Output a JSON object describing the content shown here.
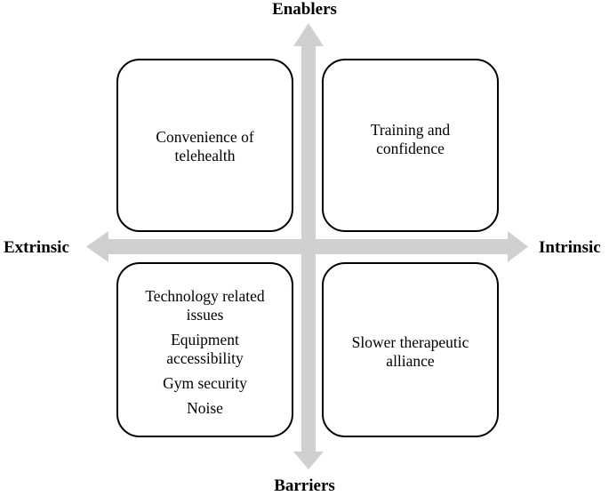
{
  "axes": {
    "top": "Enablers",
    "bottom": "Barriers",
    "left": "Extrinsic",
    "right": "Intrinsic",
    "color": "#d0d0d0"
  },
  "quadrants": {
    "extrinsic_enablers": [
      "Convenience of",
      "telehealth"
    ],
    "intrinsic_enablers": [
      "Training and",
      "confidence"
    ],
    "extrinsic_barriers": [
      [
        "Technology related",
        "issues"
      ],
      [
        "Equipment",
        "accessibility"
      ],
      [
        "Gym security"
      ],
      [
        "Noise"
      ]
    ],
    "intrinsic_barriers": [
      "Slower therapeutic",
      "alliance"
    ]
  }
}
